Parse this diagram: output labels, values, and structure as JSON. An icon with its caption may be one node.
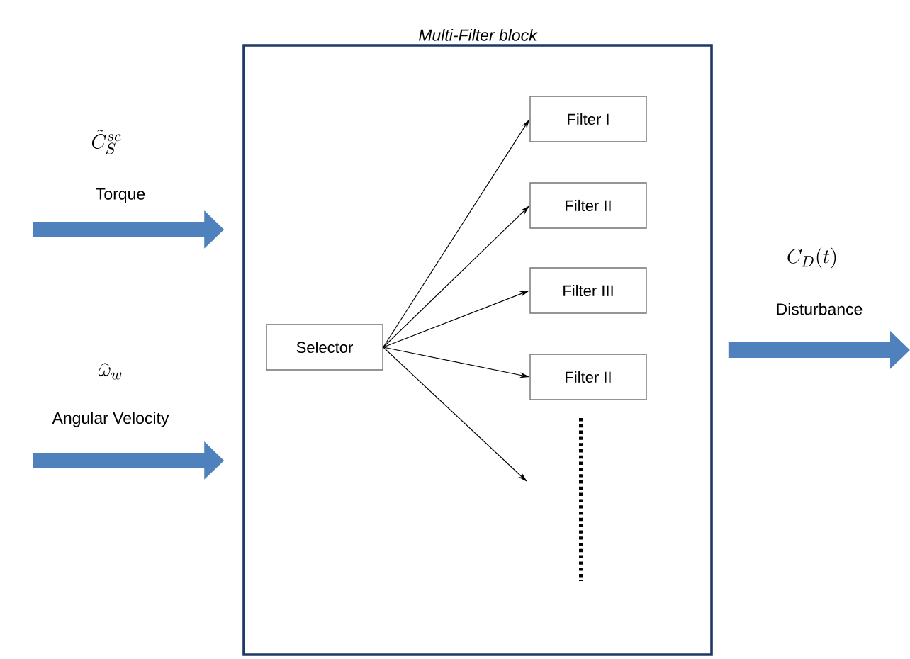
{
  "diagram": {
    "nodes": [
      {
        "text": [
          "Multi-Filter block"
        ]
      },
      {
        "text": [
          "Selector"
        ],
        "in": 0
      },
      {
        "text": [
          "Filter I"
        ],
        "in": 0
      },
      {
        "text": [
          "Filter II"
        ],
        "in": 0
      },
      {
        "text": [
          "Filter III"
        ],
        "in": 0
      },
      {
        "text": [
          "Filter II"
        ],
        "in": 0
      }
    ],
    "edges": [
      {
        "from": null,
        "to": 0,
        "arrow": "to",
        "label": "Torque",
        "style": "thick",
        "color": "#4f81bd"
      },
      {
        "from": null,
        "to": 0,
        "arrow": "to",
        "label": "Angular Velocity",
        "style": "thick",
        "color": "#4f81bd"
      },
      {
        "from": 0,
        "to": null,
        "arrow": "to",
        "label": "Disturbance",
        "style": "thick",
        "color": "#4f81bd"
      },
      {
        "from": 1,
        "to": 2,
        "arrow": "to"
      },
      {
        "from": 1,
        "to": 3,
        "arrow": "to"
      },
      {
        "from": 1,
        "to": 4,
        "arrow": "to"
      },
      {
        "from": 1,
        "to": 5,
        "arrow": "to"
      },
      {
        "from": 1,
        "to": null,
        "arrow": "to"
      }
    ],
    "labels": [
      "\\tilde{C}_S^{sc}",
      "\\widehat{\\omega}_w",
      "C_D(t)"
    ]
  }
}
